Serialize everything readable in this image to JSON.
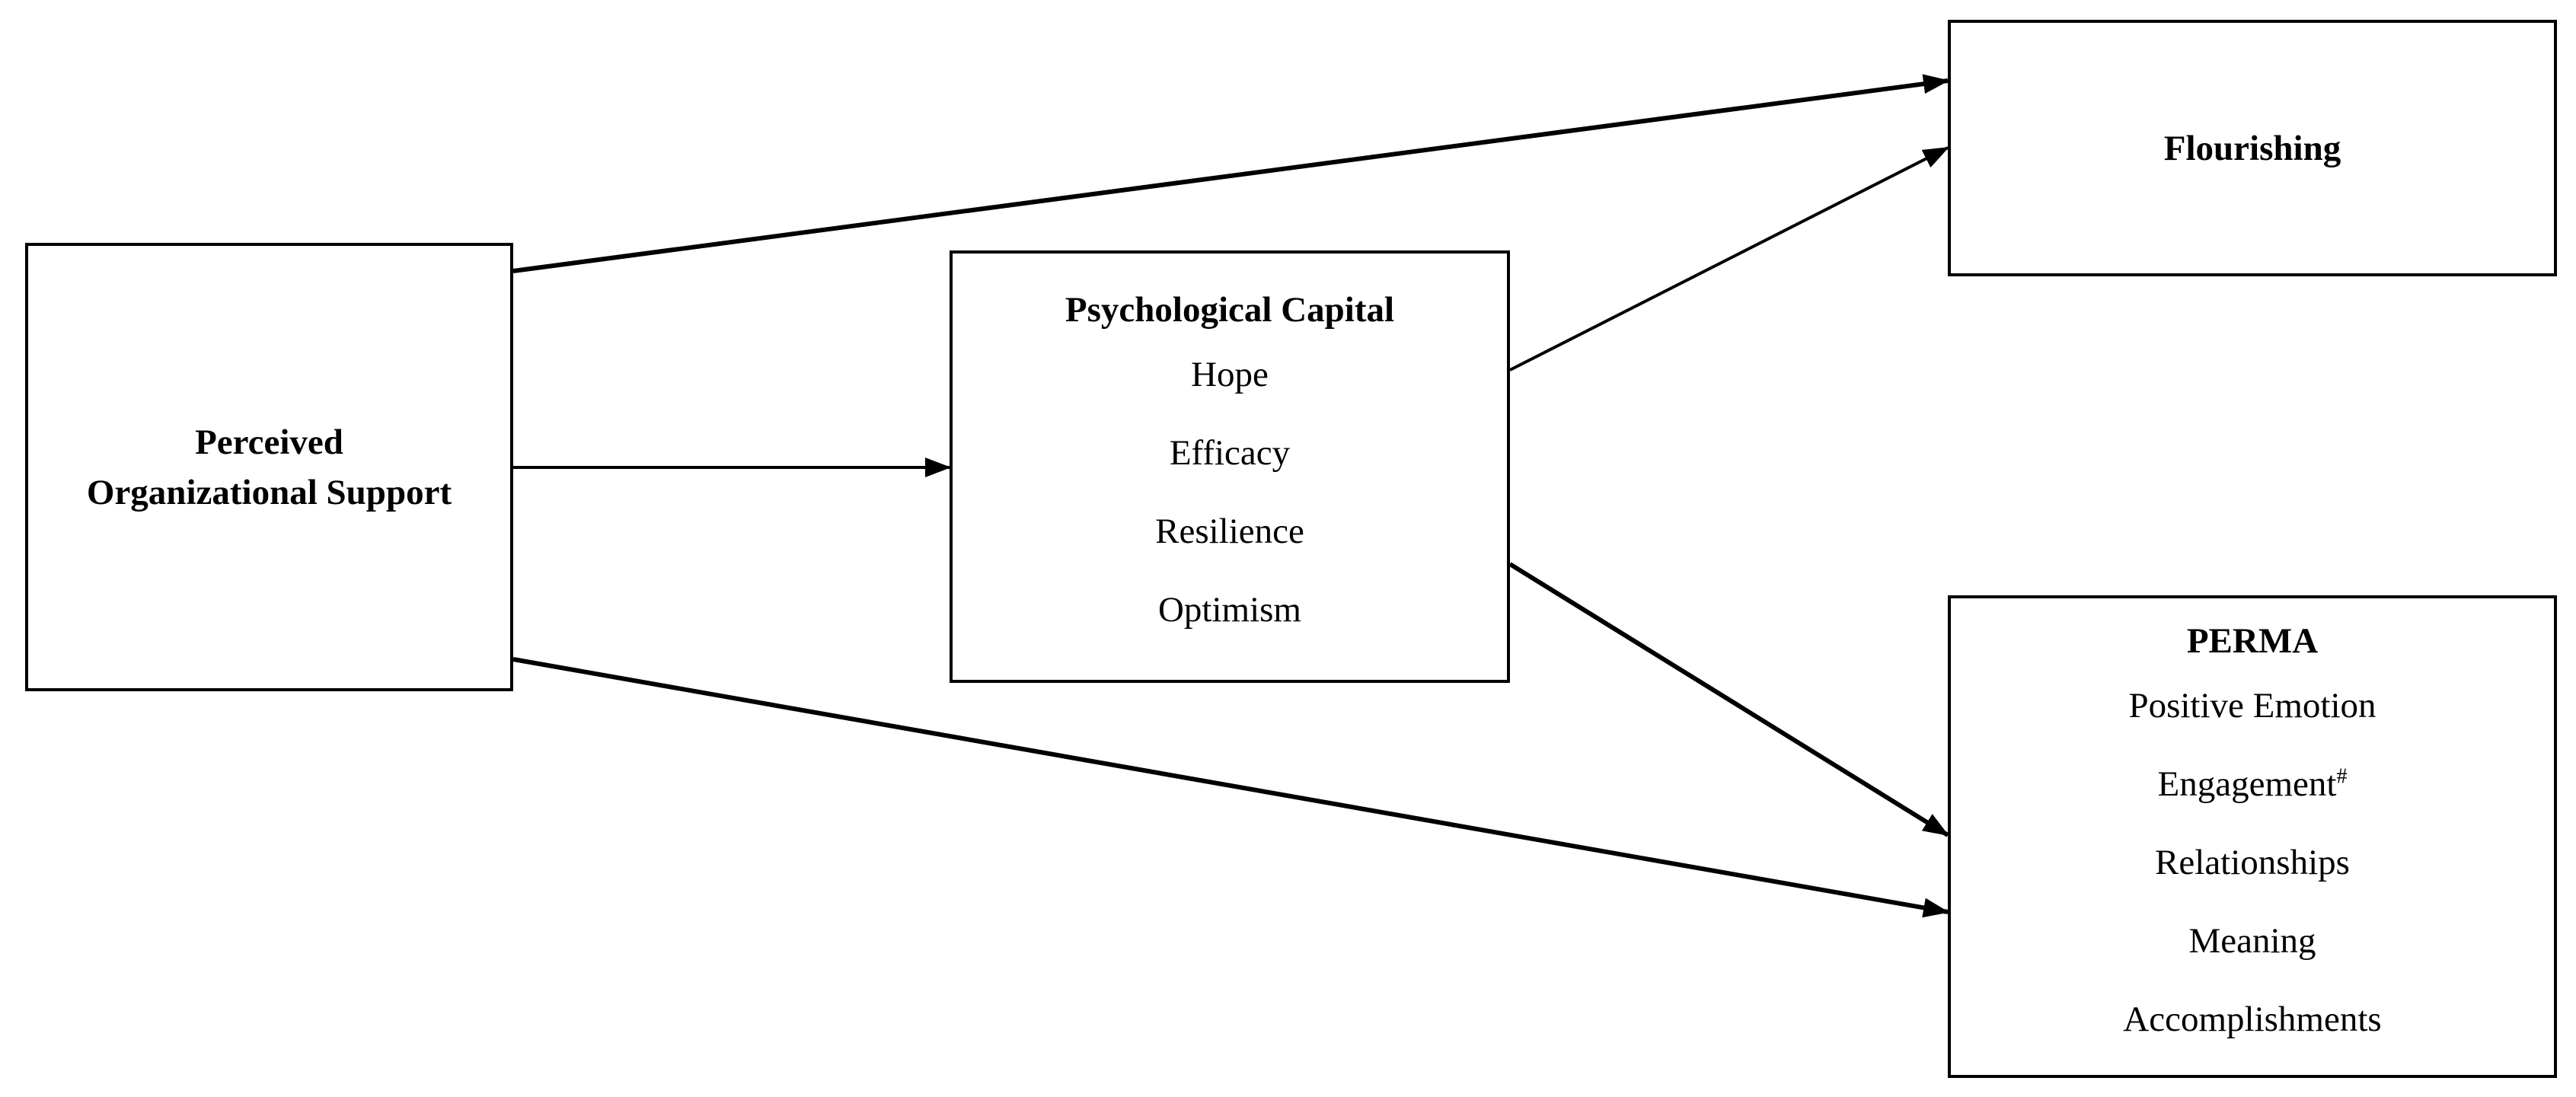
{
  "pos": {
    "title_line1": "Perceived",
    "title_line2": "Organizational Support"
  },
  "psycap": {
    "title": "Psychological Capital",
    "items": [
      "Hope",
      "Efficacy",
      "Resilience",
      "Optimism"
    ]
  },
  "flourishing": {
    "title": "Flourishing"
  },
  "perma": {
    "title": "PERMA",
    "items": [
      "Positive Emotion",
      "Engagement",
      "Relationships",
      "Meaning",
      "Accomplishments"
    ],
    "engagement_mark": "#"
  }
}
